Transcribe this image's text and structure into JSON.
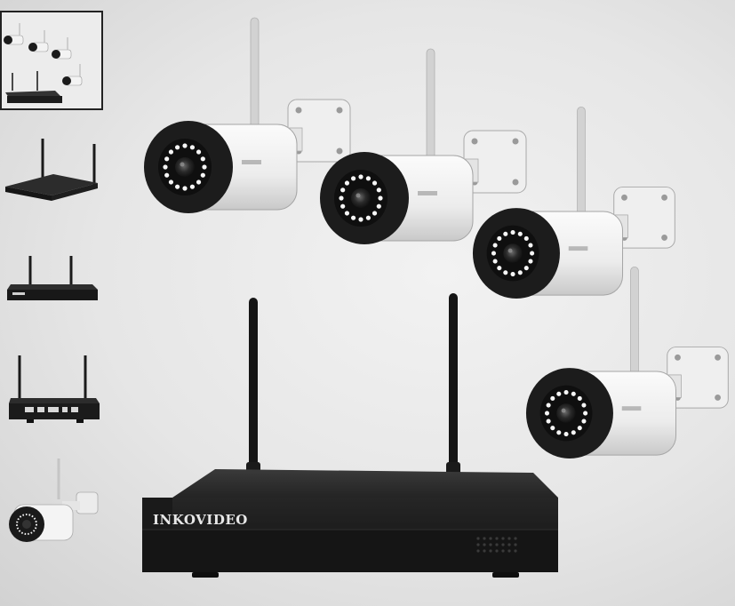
{
  "gallery": {
    "thumbnails": [
      {
        "id": "thumb-set",
        "selected": true
      },
      {
        "id": "thumb-nvr-front"
      },
      {
        "id": "thumb-nvr-flat"
      },
      {
        "id": "thumb-nvr-back"
      },
      {
        "id": "thumb-camera"
      }
    ]
  },
  "product": {
    "nvr_brand_label": "INKOVIDEO",
    "camera_count": 4
  },
  "colors": {
    "background": "#e6e6e6",
    "camera_body": "#f1f1f1",
    "camera_face": "#1c1c1c",
    "nvr_body": "#1f1f1f",
    "selected_outline": "#222222"
  },
  "icons": {
    "antenna": "antenna-icon",
    "led_ring": "ir-led-ring-icon"
  }
}
